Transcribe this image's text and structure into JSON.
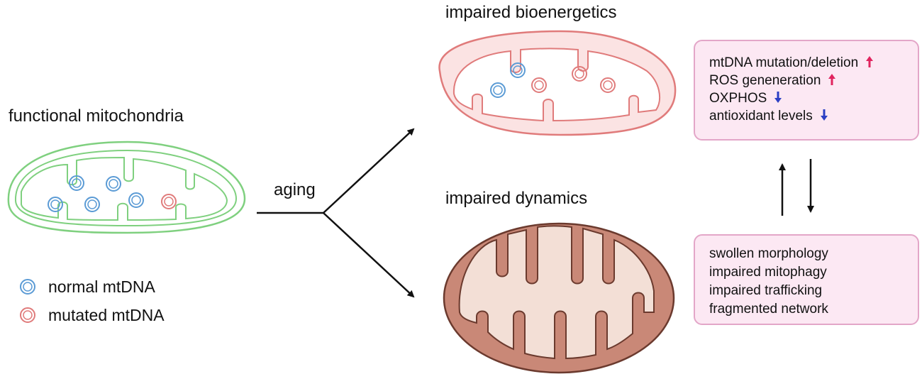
{
  "labels": {
    "functional": "functional mitochondria",
    "aging": "aging",
    "bioenergetics": "impaired bioenergetics",
    "dynamics": "impaired dynamics"
  },
  "legend": {
    "normal": "normal mtDNA",
    "mutated": "mutated mtDNA"
  },
  "bioenergetics_box": {
    "lines": [
      {
        "text": "mtDNA mutation/deletion",
        "trend": "up"
      },
      {
        "text": "ROS geneneration",
        "trend": "up"
      },
      {
        "text": "OXPHOS",
        "trend": "down"
      },
      {
        "text": "antioxidant levels",
        "trend": "down"
      }
    ]
  },
  "dynamics_box": {
    "lines": [
      "swollen morphology",
      "impaired mitophagy",
      "impaired trafficking",
      "fragmented network"
    ]
  },
  "colors": {
    "functional_membrane": "#7fd07f",
    "bioenergetics_membrane": "#e07b7b",
    "bioenergetics_fill": "#fbe3e3",
    "dynamics_outer": "#b86f5f",
    "dynamics_inner": "#f3dfd6",
    "normal_mtdna": "#5b9bd5",
    "mutated_mtdna": "#e07b7b",
    "up_arrow": "#e0245e",
    "down_arrow": "#2b3fc4",
    "box_fill": "#fce8f3",
    "box_border": "#e3a6c8"
  }
}
